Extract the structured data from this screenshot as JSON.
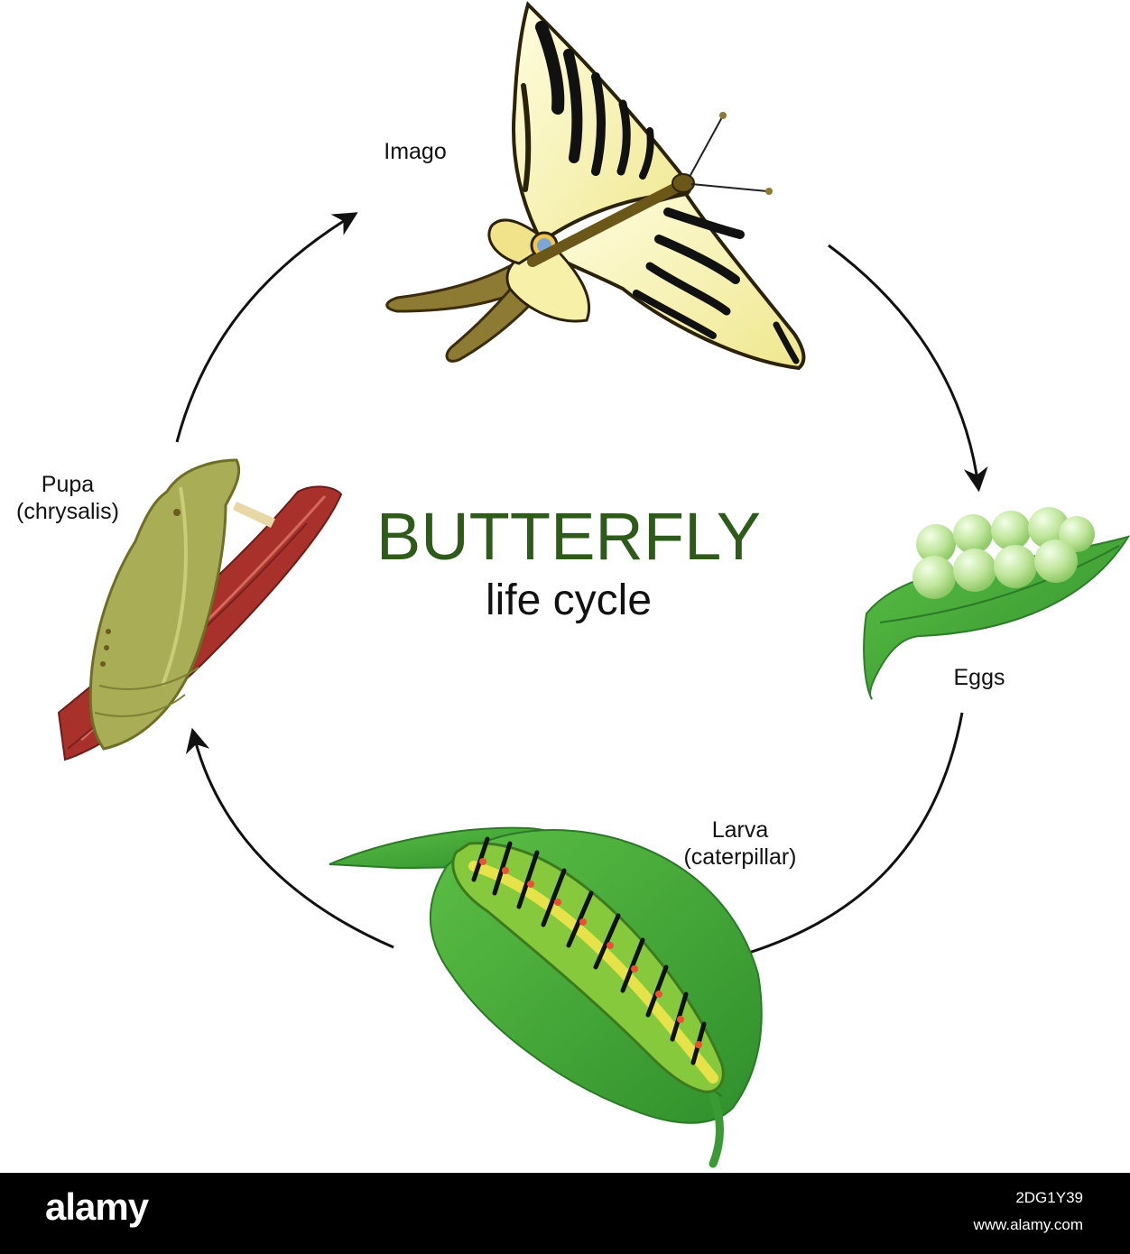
{
  "title": {
    "main": "BUTTERFLY",
    "sub": "life cycle"
  },
  "stages": {
    "imago": "Imago",
    "eggs": "Eggs",
    "larva_line1": "Larva",
    "larva_line2": "(caterpillar)",
    "pupa_line1": "Pupa",
    "pupa_line2": "(chrysalis)"
  },
  "footer": {
    "brand": "alamy",
    "image_id": "2DG1Y39",
    "site": "www.alamy.com"
  },
  "colors": {
    "title": "#2e5b1a",
    "leaf": "#45a73a",
    "egg": "#bfe59a",
    "branch": "#a8322b",
    "chrysalis": "#a9ad55",
    "caterpillar_green": "#86c93d",
    "caterpillar_yellow": "#e6e34a",
    "wing": "#f4f1b4",
    "wing_stripe": "#111111",
    "arrow": "#111111",
    "footer_bg": "#000000"
  }
}
